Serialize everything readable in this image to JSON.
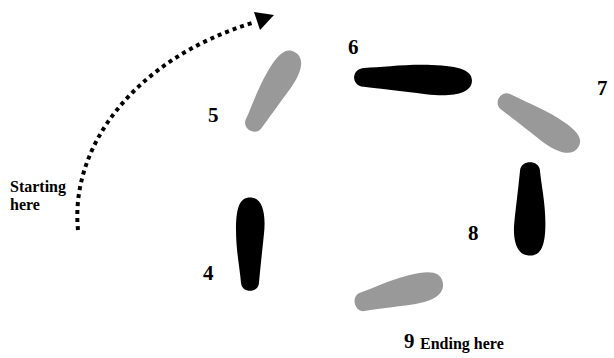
{
  "diagram": {
    "labels": [
      "Starting here",
      "4",
      "5",
      "6",
      "7",
      "8",
      "9",
      "Ending here"
    ]
  }
}
